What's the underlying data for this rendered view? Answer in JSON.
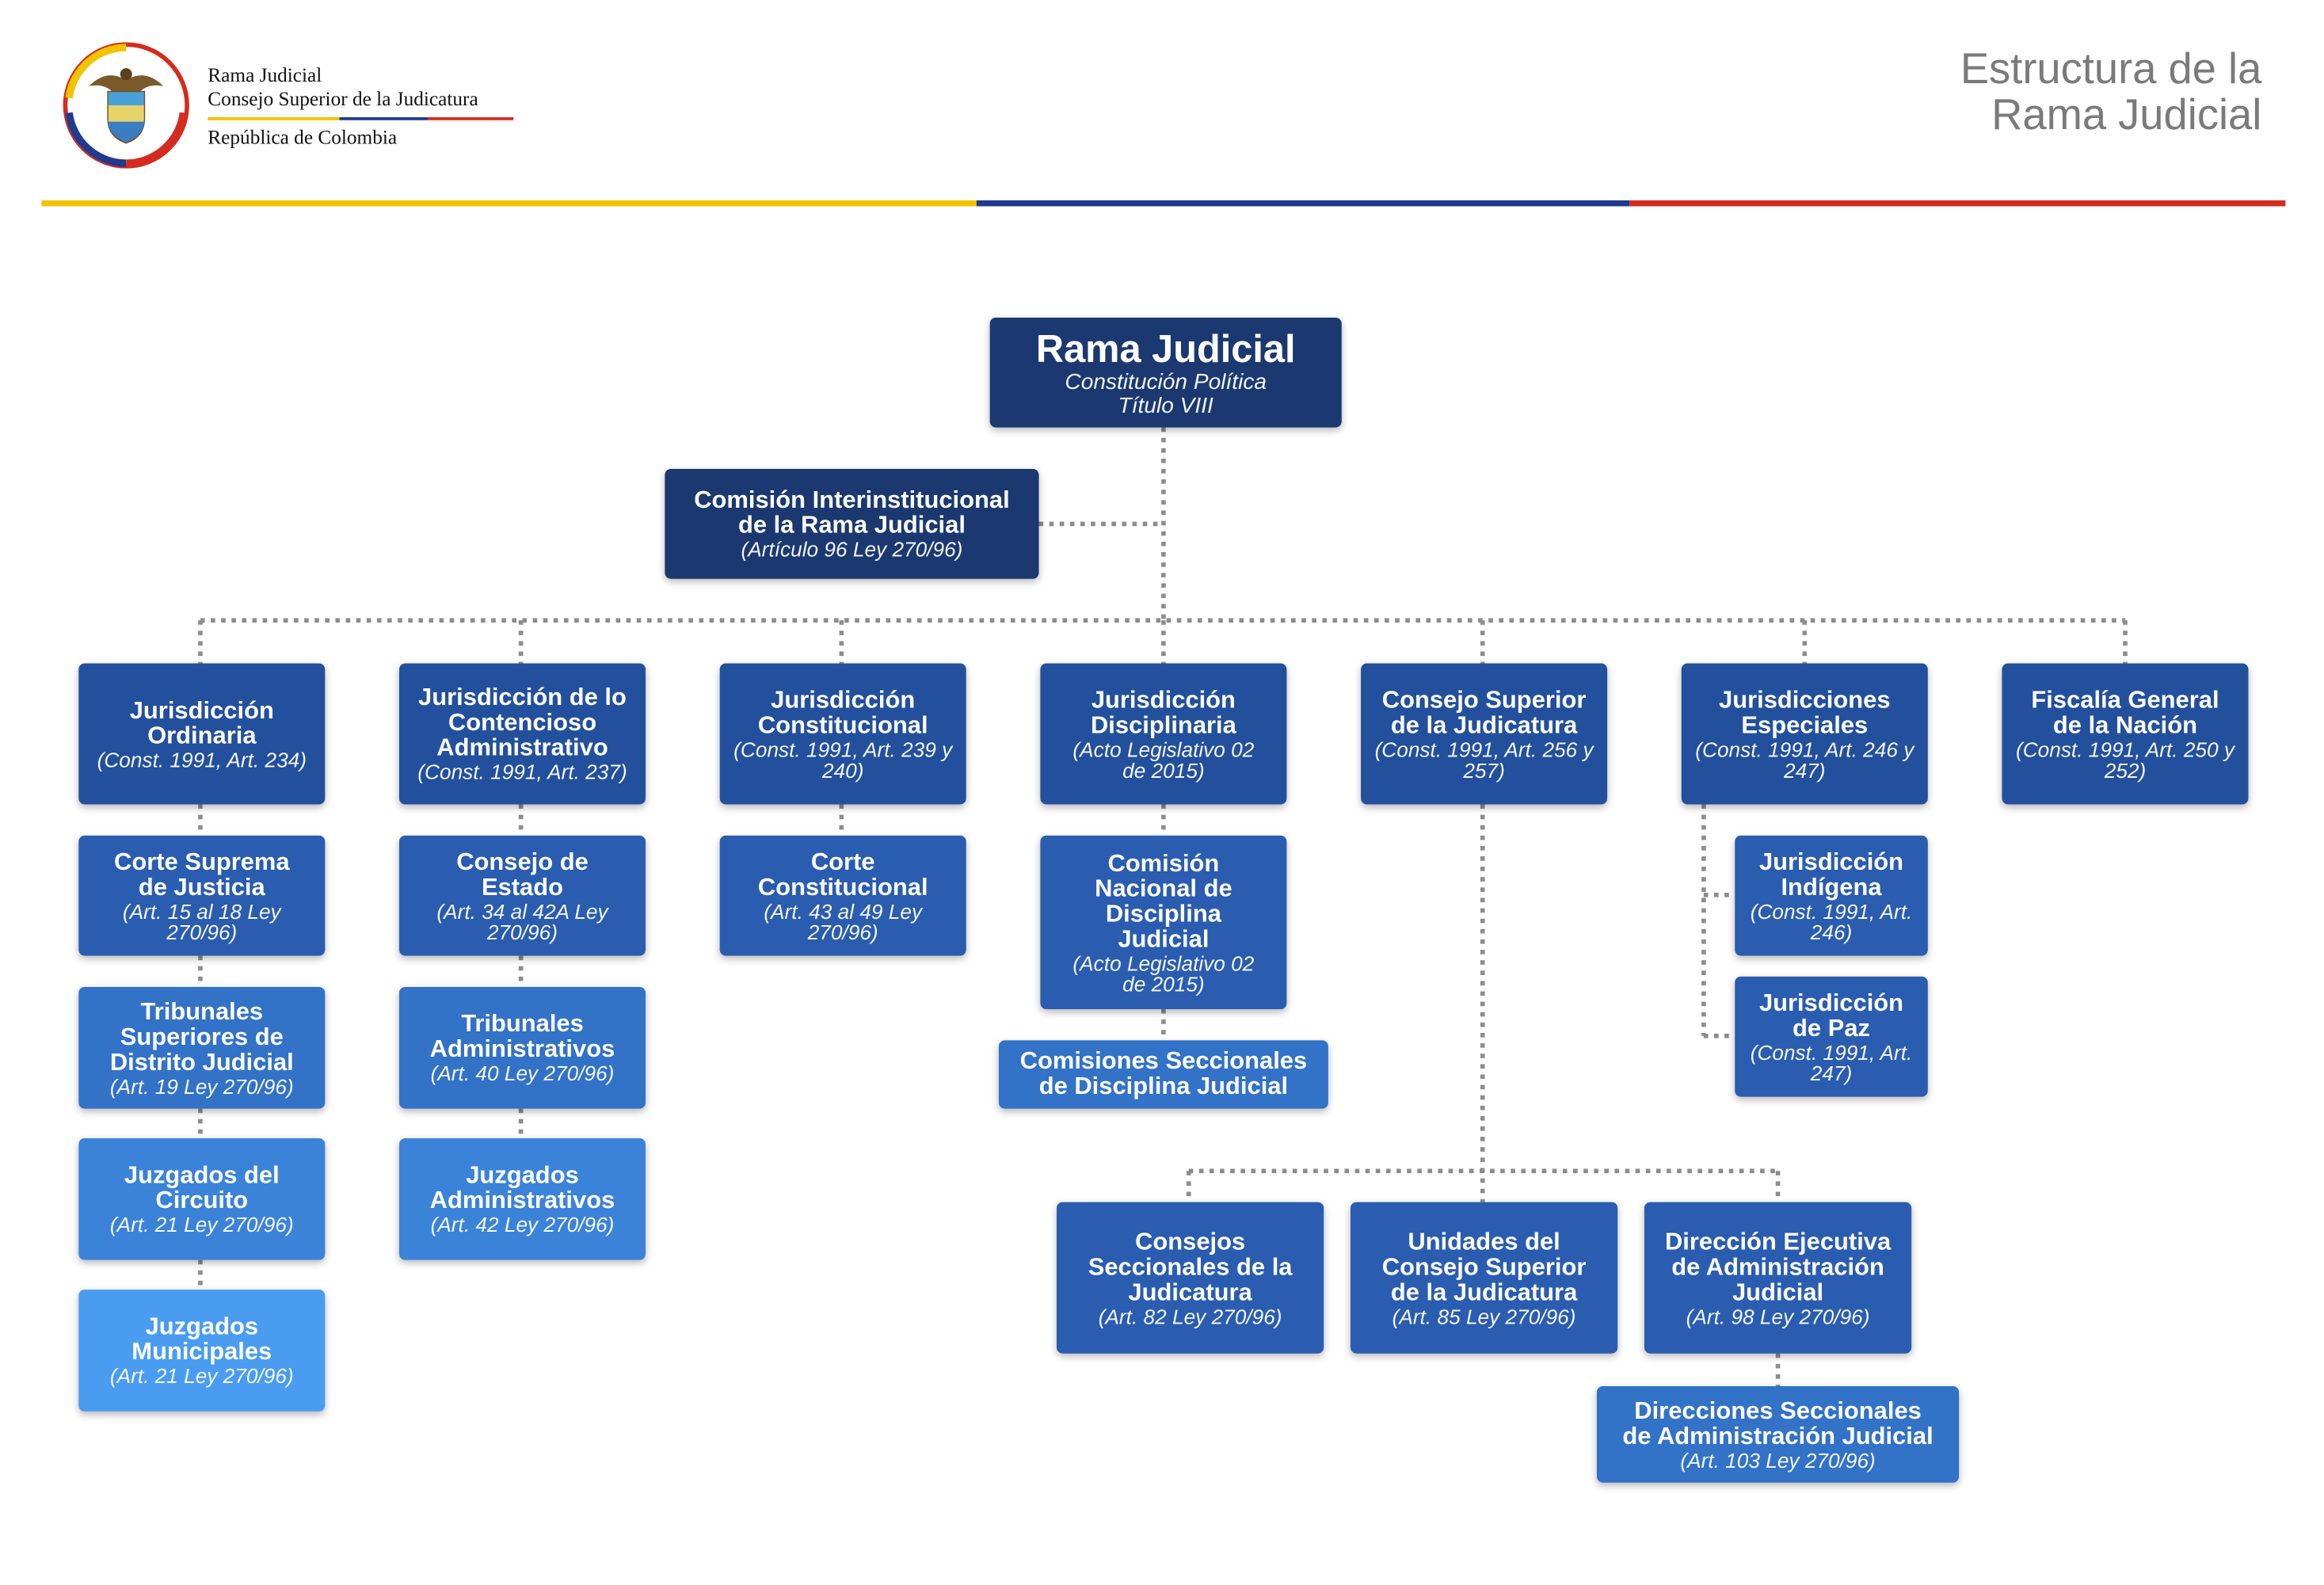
{
  "header": {
    "org_lines": [
      "Rama Judicial",
      "Consejo Superior de la Judicatura",
      "República de Colombia"
    ],
    "title_lines": [
      "Estructura de la",
      "Rama Judicial"
    ]
  },
  "colors": {
    "flag_yellow": "#f2c300",
    "flag_blue": "#1f3a8f",
    "flag_red": "#d52b1e",
    "box_navy": "#1b3970",
    "box_blue": "#23509c",
    "box_light": "#4a9cf1",
    "connector": "#8c8c8c"
  },
  "logo": {
    "icon": "coat-of-arms-seal"
  },
  "nodes": {
    "root": {
      "title": "Rama Judicial",
      "subtitle": [
        "Constitución Política",
        "Título VIII"
      ]
    },
    "comision_inter": {
      "title": [
        "Comisión Interinstitucional",
        "de la Rama Judicial"
      ],
      "subtitle": [
        "(Artículo 96 Ley 270/96)"
      ]
    },
    "j_ordinaria": {
      "title": [
        "Jurisdicción",
        "Ordinaria"
      ],
      "subtitle": [
        "(Const. 1991, Art. 234)"
      ]
    },
    "j_contencioso": {
      "title": [
        "Jurisdicción de lo",
        "Contencioso",
        "Administrativo"
      ],
      "subtitle": [
        "(Const. 1991, Art. 237)"
      ]
    },
    "j_constitucional": {
      "title": [
        "Jurisdicción",
        "Constitucional"
      ],
      "subtitle": [
        "(Const. 1991, Art. 239 y",
        "240)"
      ]
    },
    "j_disciplinaria": {
      "title": [
        "Jurisdicción",
        "Disciplinaria"
      ],
      "subtitle": [
        "(Acto Legislativo 02",
        "de 2015)"
      ]
    },
    "consejo_superior": {
      "title": [
        "Consejo Superior",
        "de la Judicatura"
      ],
      "subtitle": [
        "(Const. 1991, Art. 256 y",
        "257)"
      ]
    },
    "j_especiales": {
      "title": [
        "Jurisdicciones",
        "Especiales"
      ],
      "subtitle": [
        "(Const. 1991, Art. 246 y",
        "247)"
      ]
    },
    "fiscalia": {
      "title": [
        "Fiscalía General",
        "de la Nación"
      ],
      "subtitle": [
        "(Const. 1991, Art. 250 y",
        "252)"
      ]
    },
    "corte_suprema": {
      "title": [
        "Corte Suprema",
        "de Justicia"
      ],
      "subtitle": [
        "(Art. 15 al 18 Ley",
        "270/96)"
      ]
    },
    "tribunales_superiores": {
      "title": [
        "Tribunales",
        "Superiores de",
        "Distrito Judicial"
      ],
      "subtitle": [
        "(Art. 19 Ley 270/96)"
      ]
    },
    "juzgados_circuito": {
      "title": [
        "Juzgados del",
        "Circuito"
      ],
      "subtitle": [
        "(Art. 21 Ley 270/96)"
      ]
    },
    "juzgados_municipales": {
      "title": [
        "Juzgados",
        "Municipales"
      ],
      "subtitle": [
        "(Art. 21 Ley 270/96)"
      ]
    },
    "consejo_estado": {
      "title": [
        "Consejo de",
        "Estado"
      ],
      "subtitle": [
        "(Art. 34 al 42A Ley",
        "270/96)"
      ]
    },
    "tribunales_admin": {
      "title": [
        "Tribunales",
        "Administrativos"
      ],
      "subtitle": [
        "(Art. 40 Ley 270/96)"
      ]
    },
    "juzgados_admin": {
      "title": [
        "Juzgados",
        "Administrativos"
      ],
      "subtitle": [
        "(Art. 42 Ley 270/96)"
      ]
    },
    "corte_constitucional": {
      "title": [
        "Corte",
        "Constitucional"
      ],
      "subtitle": [
        "(Art. 43 al 49 Ley",
        "270/96)"
      ]
    },
    "comision_nacional": {
      "title": [
        "Comisión",
        "Nacional de",
        "Disciplina",
        "Judicial"
      ],
      "subtitle": [
        "(Acto Legislativo 02",
        "de 2015)"
      ]
    },
    "comisiones_seccionales": {
      "title": [
        "Comisiones Seccionales",
        "de Disciplina Judicial"
      ],
      "subtitle": []
    },
    "j_indigena": {
      "title": [
        "Jurisdicción",
        "Indígena"
      ],
      "subtitle": [
        "(Const. 1991, Art.",
        "246)"
      ]
    },
    "j_paz": {
      "title": [
        "Jurisdicción",
        "de Paz"
      ],
      "subtitle": [
        "(Const. 1991, Art.",
        "247)"
      ]
    },
    "consejos_seccionales": {
      "title": [
        "Consejos",
        "Seccionales de la",
        "Judicatura"
      ],
      "subtitle": [
        "(Art. 82 Ley 270/96)"
      ]
    },
    "unidades": {
      "title": [
        "Unidades del",
        "Consejo Superior",
        "de la Judicatura"
      ],
      "subtitle": [
        "(Art. 85 Ley 270/96)"
      ]
    },
    "direccion_ejecutiva": {
      "title": [
        "Dirección Ejecutiva",
        "de Administración",
        "Judicial"
      ],
      "subtitle": [
        "(Art. 98 Ley 270/96)"
      ]
    },
    "direcciones_seccionales": {
      "title": [
        "Direcciones Seccionales",
        "de Administración Judicial"
      ],
      "subtitle": [
        "(Art. 103 Ley 270/96)"
      ]
    }
  }
}
